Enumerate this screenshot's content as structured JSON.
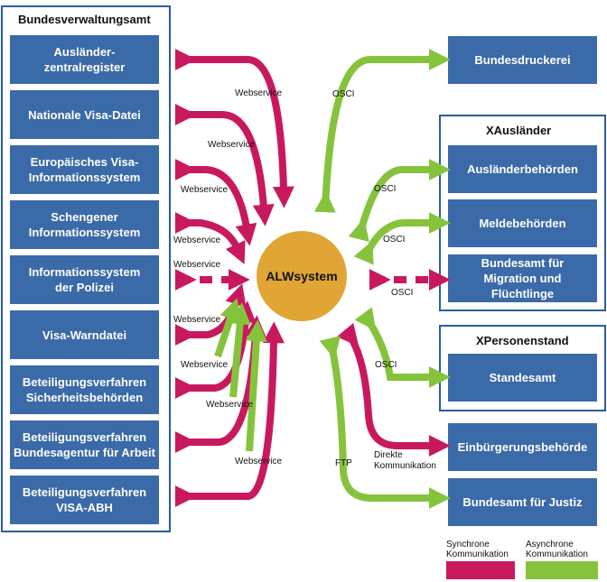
{
  "colors": {
    "sync": "#c8195f",
    "async": "#86c33c",
    "box": "#3b6aa8",
    "frame": "#2a5d9f",
    "center": "#e0a535"
  },
  "left_group": {
    "title": "Bundesverwaltungsamt",
    "items": [
      "Ausländer-\nzentralregister",
      "Nationale Visa-Datei",
      "Europäisches Visa-\nInformationssystem",
      "Schengener\nInformationssystem",
      "Informationssystem\nder Polizei",
      "Visa-Warndatei",
      "Beteiligungsverfahren\nSicherheitsbehörden",
      "Beteiligungsverfahren\nBundesagentur für Arbeit",
      "Beteiligungsverfahren\nVISA-ABH"
    ]
  },
  "right": {
    "bundesdruckerei": "Bundesdruckerei",
    "xauslaender": {
      "title": "XAusländer",
      "items": [
        "Ausländerbehörden",
        "Meldebehörden",
        "Bundesamt für\nMigration und Flüchtlinge"
      ]
    },
    "xpersonenstand": {
      "title": "XPersonenstand",
      "items": [
        "Standesamt"
      ]
    },
    "einbuergerung": "Einbürgerungsbehörde",
    "justiz": "Bundesamt für Justiz"
  },
  "center": {
    "label": "ALWsystem"
  },
  "connection_labels": {
    "left": [
      "Webservice",
      "Webservice",
      "Webservice",
      "Webservice",
      "Webservice",
      "Webservice",
      "Webservice",
      "Webservice",
      "Webservice"
    ],
    "right": [
      "OSCI",
      "OSCI",
      "OSCI",
      "OSCI",
      "OSCI",
      "Direkte\nKommunikation",
      "FTP"
    ]
  },
  "legend": {
    "sync": "Synchrone\nKommunikation",
    "async": "Asynchrone\nKommunikation"
  }
}
